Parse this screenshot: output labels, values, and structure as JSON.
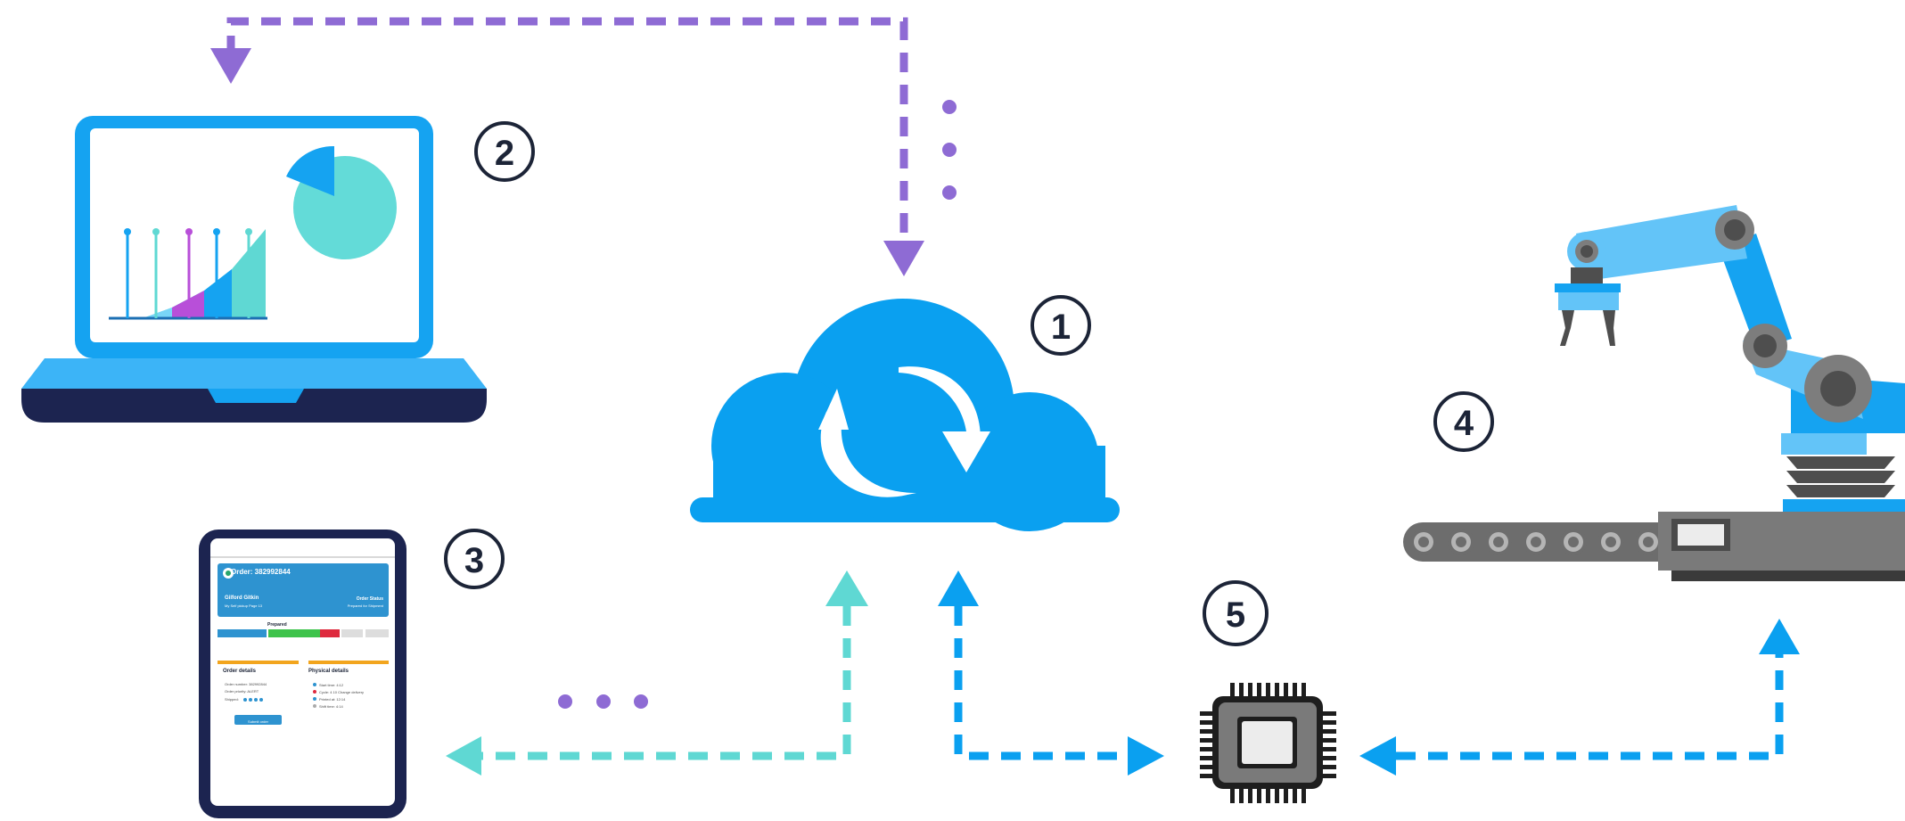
{
  "diagram": {
    "steps": [
      {
        "number": "1",
        "subject": "cloud-sync"
      },
      {
        "number": "2",
        "subject": "laptop-dashboard"
      },
      {
        "number": "3",
        "subject": "tablet-order"
      },
      {
        "number": "4",
        "subject": "robotic-arm-conveyor"
      },
      {
        "number": "5",
        "subject": "processor-chip"
      }
    ],
    "colors": {
      "cloud": "#0aa0f0",
      "purple_flow": "#8e6bd4",
      "teal_flow": "#5fd8d3",
      "blue_flow": "#0aa0f0",
      "laptop_frame": "#15a3f1",
      "laptop_base": "#1c2450",
      "robot_arm": "#63c4f8",
      "conveyor": "#6d6d6d",
      "text_dark": "#1c2437"
    },
    "tablet": {
      "order_title": "Order: 382992844",
      "customer_name": "Gilford Gitkin",
      "customer_sub": "My Self pickup Page 13",
      "right_title": "Order Status",
      "right_sub": "Prepared for Shipment",
      "progress_label": "Prepared",
      "left_panel_title": "Order details",
      "left_lines": [
        "Order number: 382992844",
        "Order priority: ALERT",
        "Shipped:"
      ],
      "right_panel_title": "Physical details",
      "right_lines": [
        "Start time: 4:12",
        "Cycle: 4 10 Change delivery",
        "Printed at: 12:14",
        "Shift time: 4:14"
      ],
      "button_label": "Submit order"
    }
  }
}
